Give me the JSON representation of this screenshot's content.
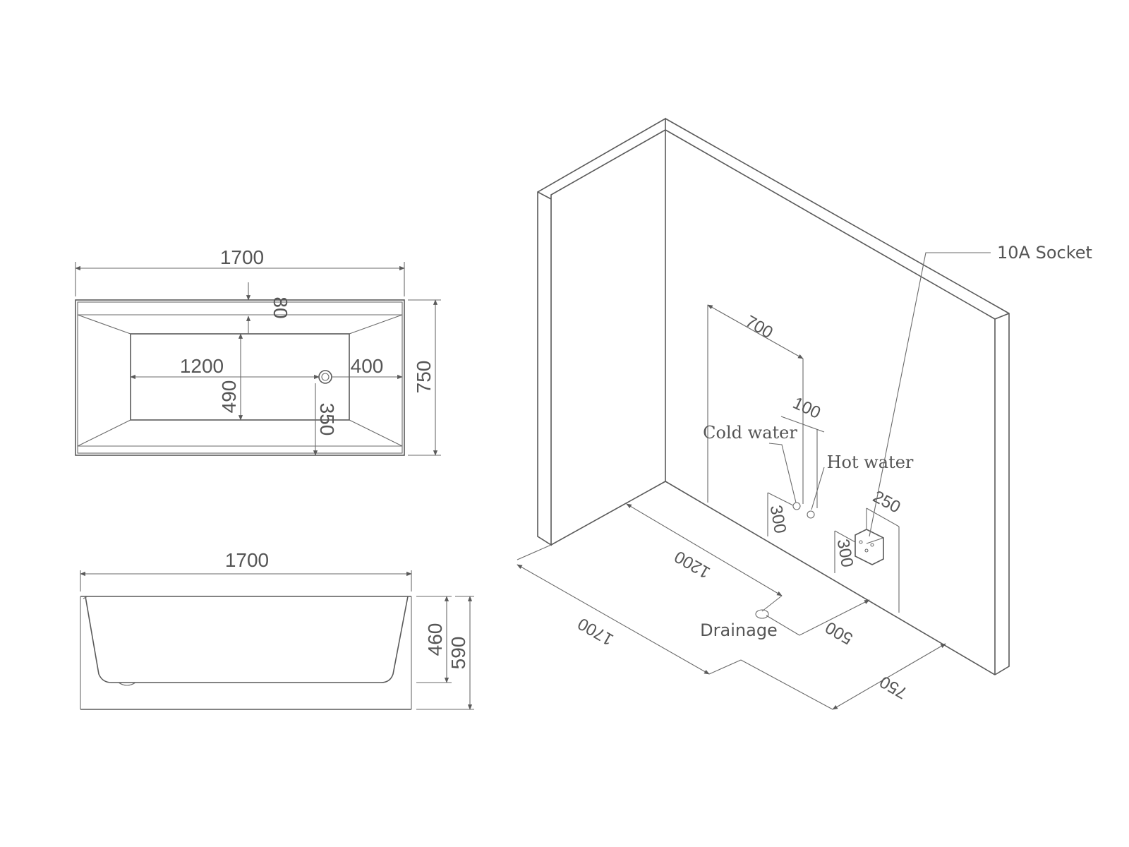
{
  "top_view": {
    "overall_length": "1700",
    "rim_width": "80",
    "inner_length": "1200",
    "drain_offset": "400",
    "inner_width": "490",
    "drain_from_side": "350",
    "overall_width": "750"
  },
  "side_view": {
    "overall_length": "1700",
    "inner_depth": "460",
    "overall_height": "590"
  },
  "install_view": {
    "supply_offset": "700",
    "supply_spacing": "100",
    "cold_water_label": "Cold water",
    "hot_water_label": "Hot water",
    "supply_height": "300",
    "socket_label": "10A Socket",
    "socket_offset": "250",
    "socket_height": "300",
    "drain_distance": "1200",
    "drain_from_wall": "500",
    "drainage_label": "Drainage",
    "tub_length": "1700",
    "tub_width": "750"
  }
}
